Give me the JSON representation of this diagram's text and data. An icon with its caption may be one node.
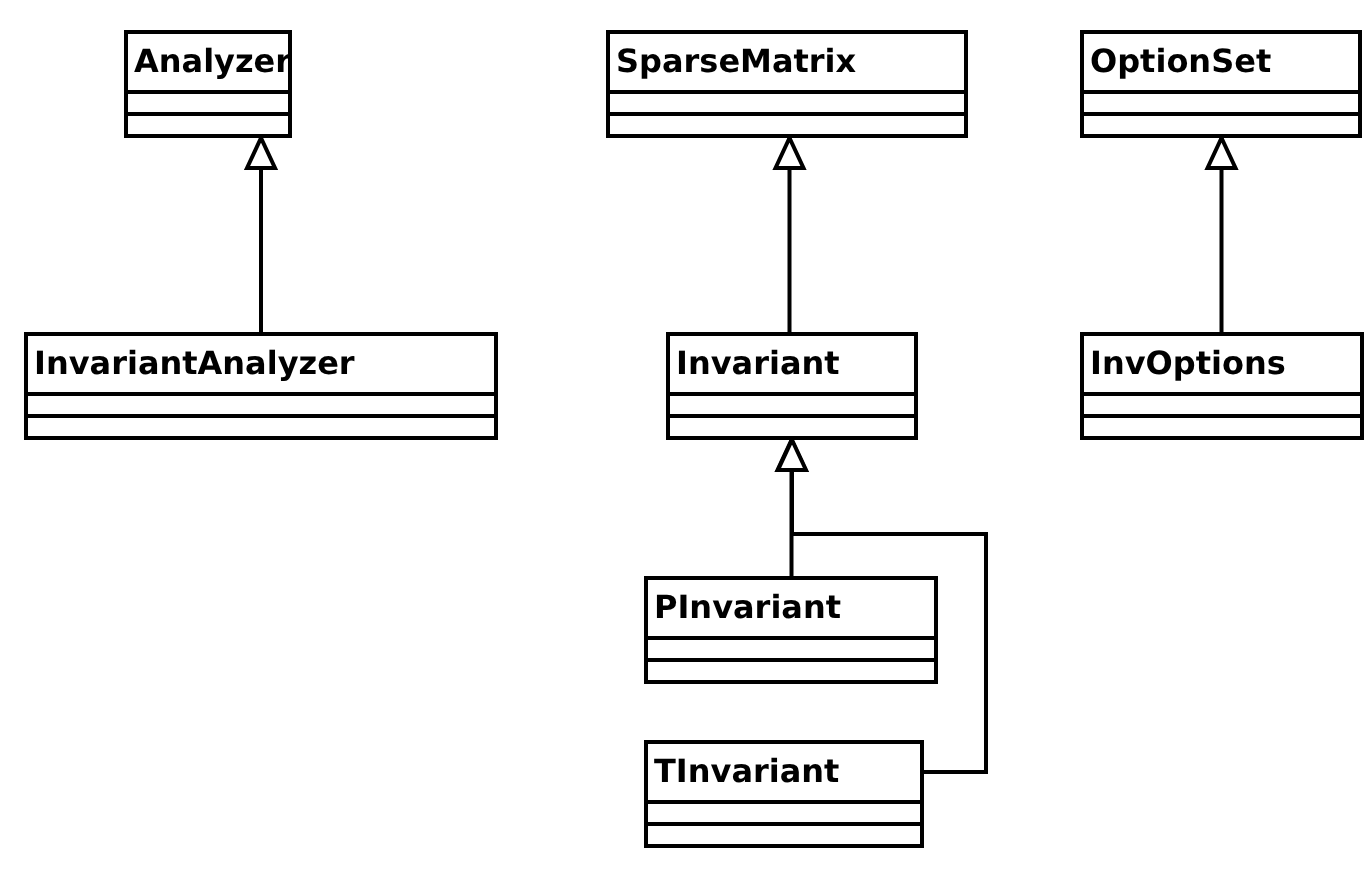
{
  "diagram": {
    "nodes": [
      {
        "text": [
          "Analyzer"
        ]
      },
      {
        "text": [
          "SparseMatrix"
        ]
      },
      {
        "text": [
          "OptionSet"
        ]
      },
      {
        "text": [
          "InvariantAnalyzer"
        ]
      },
      {
        "text": [
          "Invariant"
        ]
      },
      {
        "text": [
          "InvOptions"
        ]
      },
      {
        "text": [
          "PInvariant"
        ]
      },
      {
        "text": [
          "TInvariant"
        ]
      }
    ],
    "edges": [
      {
        "from": 3,
        "to": 0,
        "arrow": "to"
      },
      {
        "from": 4,
        "to": 1,
        "arrow": "to"
      },
      {
        "from": 5,
        "to": 2,
        "arrow": "to"
      },
      {
        "from": 6,
        "to": 4,
        "arrow": "to"
      },
      {
        "from": 7,
        "to": 4,
        "arrow": "to"
      }
    ]
  }
}
